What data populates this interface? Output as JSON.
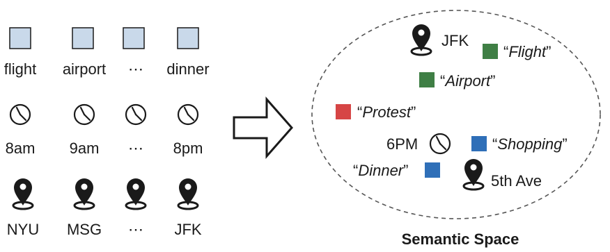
{
  "columns": [
    {
      "term": "flight",
      "time": "8am",
      "place": "NYU"
    },
    {
      "term": "airport",
      "time": "9am",
      "place": "MSG"
    },
    {
      "term": "⋯",
      "time": "⋯",
      "place": "⋯"
    },
    {
      "term": "dinner",
      "time": "8pm",
      "place": "JFK"
    }
  ],
  "semantic_space": {
    "caption": "Semantic Space",
    "location_labels": {
      "jfk": "JFK",
      "fifth_ave": "5th Ave"
    },
    "time_label": "6PM",
    "keywords": {
      "flight": {
        "text": "Flight",
        "color": "#3f7f45"
      },
      "airport": {
        "text": "Airport",
        "color": "#3f7f45"
      },
      "protest": {
        "text": "Protest",
        "color": "#d64545"
      },
      "shopping": {
        "text": "Shopping",
        "color": "#2f6fb8"
      },
      "dinner": {
        "text": "Dinner",
        "color": "#2f6fb8"
      }
    }
  },
  "colors": {
    "term_square_fill": "#c9d9ea",
    "term_square_stroke": "#1a1a1a",
    "ink": "#1a1a1a"
  },
  "icons": {
    "term": "square-icon",
    "time": "clock-icon",
    "place": "location-pin-icon",
    "arrow": "right-arrow-icon"
  }
}
